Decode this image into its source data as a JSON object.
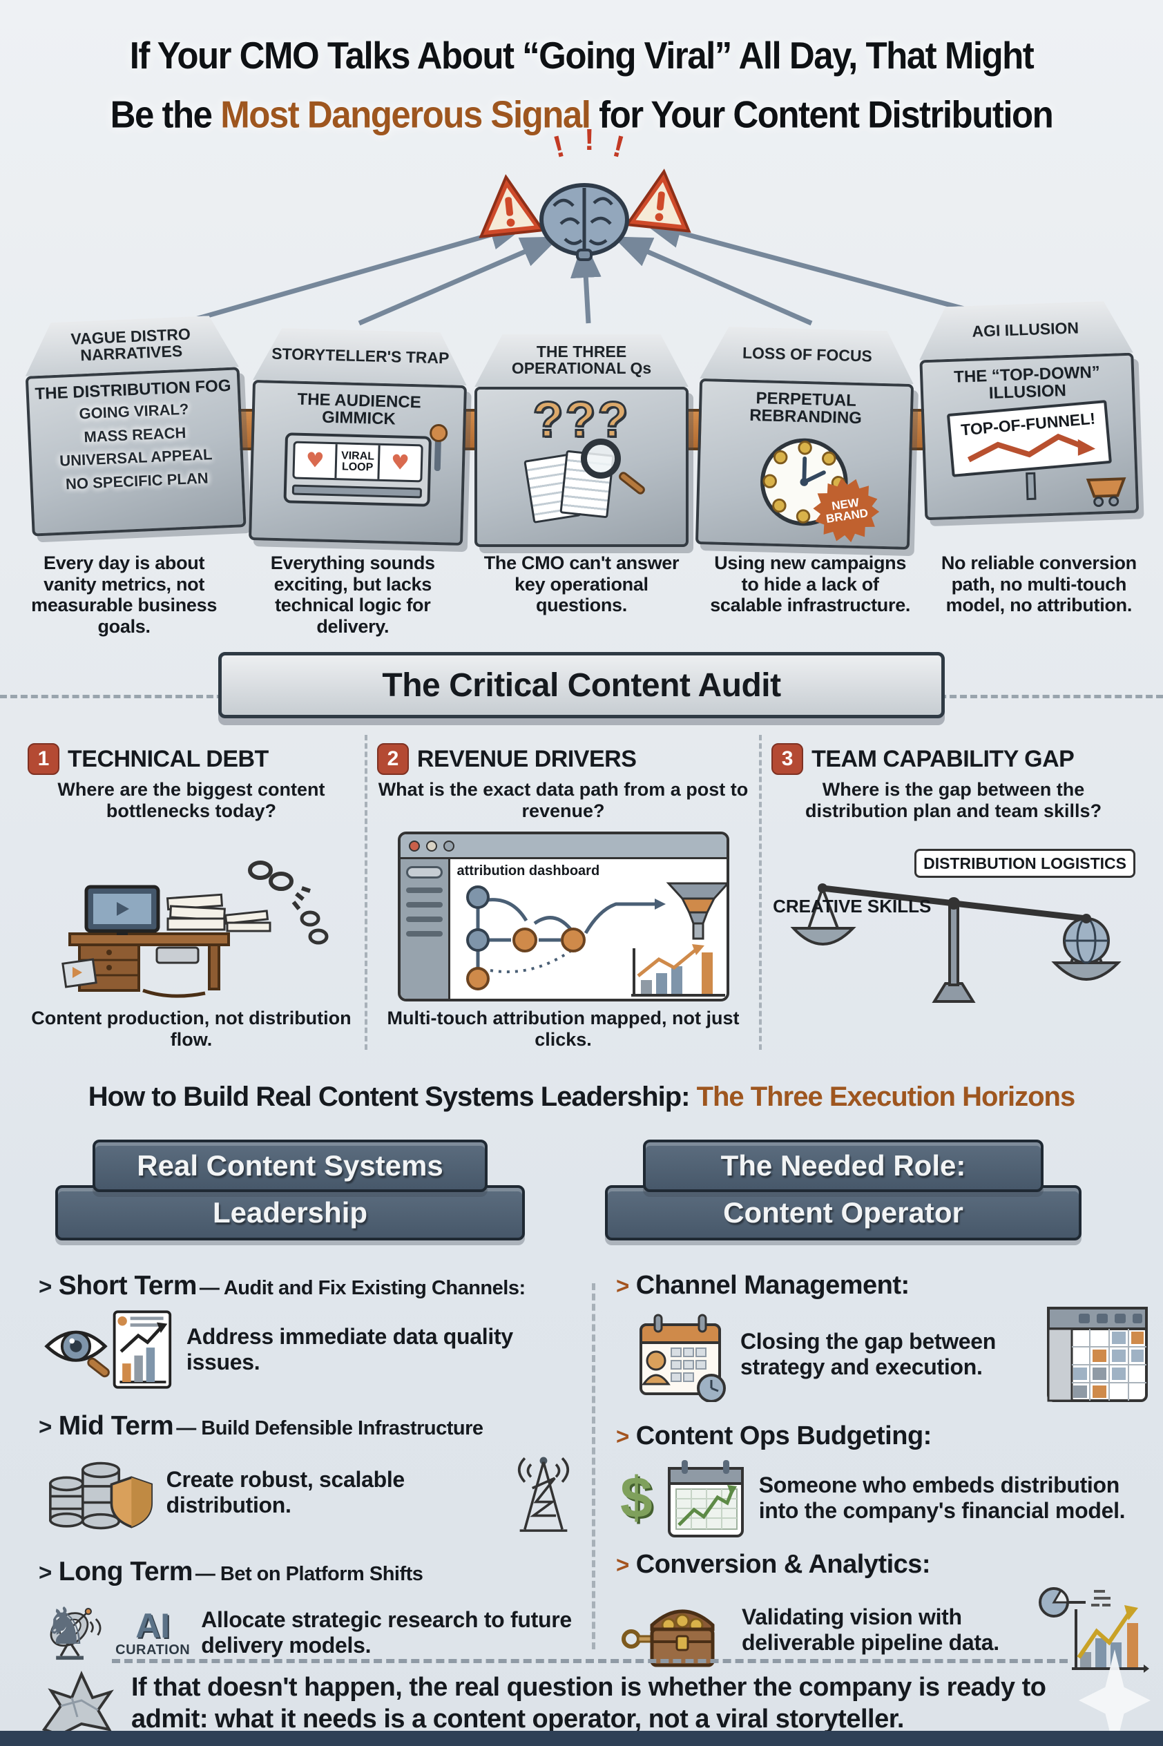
{
  "title": {
    "line1": "If Your CMO Talks About “Going Viral” All Day, That Might",
    "line2_pre": "Be the ",
    "line2_highlight": "Most Dangerous Signal",
    "line2_post": " for Your Content Distribution"
  },
  "icons": {
    "exclamation": "!",
    "heart": "♥",
    "dollar": "$",
    "knight": "♞",
    "chevron": ">"
  },
  "blocks": [
    {
      "top": "VAGUE DISTRO NARRATIVES",
      "face_title": "THE DISTRIBUTION FOG",
      "items": [
        "GOING VIRAL?",
        "MASS REACH",
        "UNIVERSAL APPEAL",
        "NO SPECIFIC PLAN"
      ],
      "caption": "Every day is about vanity metrics, not measurable business goals."
    },
    {
      "top": "STORYTELLER'S TRAP",
      "face_title": "THE AUDIENCE GIMMICK",
      "slot_label": "VIRAL LOOP",
      "caption": "Everything sounds exciting, but lacks technical logic for delivery."
    },
    {
      "top": "THE THREE OPERATIONAL Qs",
      "face_title": "???",
      "caption": "The CMO can't answer key operational questions."
    },
    {
      "top": "LOSS OF FOCUS",
      "face_title": "PERPETUAL REBRANDING",
      "badge": "NEW BRAND",
      "caption": "Using new campaigns to hide a lack of scalable infrastructure."
    },
    {
      "top": "AGI ILLUSION",
      "face_title": "THE “TOP-DOWN” ILLUSION",
      "billboard": "TOP-OF-FUNNEL!",
      "caption": "No reliable conversion path, no multi-touch model, no attribution."
    }
  ],
  "audit": {
    "banner": "The Critical Content Audit",
    "columns": [
      {
        "num": "1",
        "title": "TECHNICAL DEBT",
        "question": "Where are the biggest content bottlenecks today?",
        "caption": "Content production, not distribution flow."
      },
      {
        "num": "2",
        "title": "REVENUE DRIVERS",
        "question": "What is the exact data path from a post to revenue?",
        "dashboard_label": "attribution dashboard",
        "caption": "Multi-touch attribution mapped, not just clicks."
      },
      {
        "num": "3",
        "title": "TEAM CAPABILITY GAP",
        "question": "Where is the gap between the distribution plan and team skills?",
        "scale_left": "CREATIVE SKILLS",
        "scale_right": "DISTRIBUTION LOGISTICS"
      }
    ]
  },
  "horizons": {
    "heading_pre": "How to Build Real Content Systems Leadership: ",
    "heading_highlight": "The Three Execution Horizons"
  },
  "pedestals": {
    "left_line1": "Real Content Systems",
    "left_line2": "Leadership",
    "right_line1": "The Needed Role:",
    "right_line2": "Content Operator"
  },
  "execution": {
    "left": [
      {
        "term": "Short Term",
        "subtitle": "— Audit and Fix Existing Channels:",
        "desc": "Address immediate data quality issues."
      },
      {
        "term": "Mid Term",
        "subtitle": "— Build Defensible Infrastructure",
        "desc": "Create robust, scalable distribution."
      },
      {
        "term": "Long Term",
        "subtitle": "— Bet on Platform Shifts",
        "desc": "Allocate strategic research to future delivery models.",
        "icon_label": "AI",
        "icon_sublabel": "CURATION"
      }
    ],
    "right": [
      {
        "title": "Channel Management:",
        "desc": "Closing the gap between strategy and execution."
      },
      {
        "title": "Content Ops Budgeting:",
        "desc": "Someone who embeds distribution into the company's financial model."
      },
      {
        "title": "Conversion & Analytics:",
        "desc": "Validating vision with deliverable pipeline data."
      }
    ]
  },
  "conclusion": "If that doesn't happen, the real question is whether the company is ready to admit: what it needs is a content operator, not a viral storyteller.",
  "colors": {
    "highlight_brown": "#9E561F",
    "badge_red": "#B44A33",
    "beam_orange": "#C5803F",
    "slab_blue": "#4D5E70",
    "bottom_bar": "#2E4056"
  }
}
